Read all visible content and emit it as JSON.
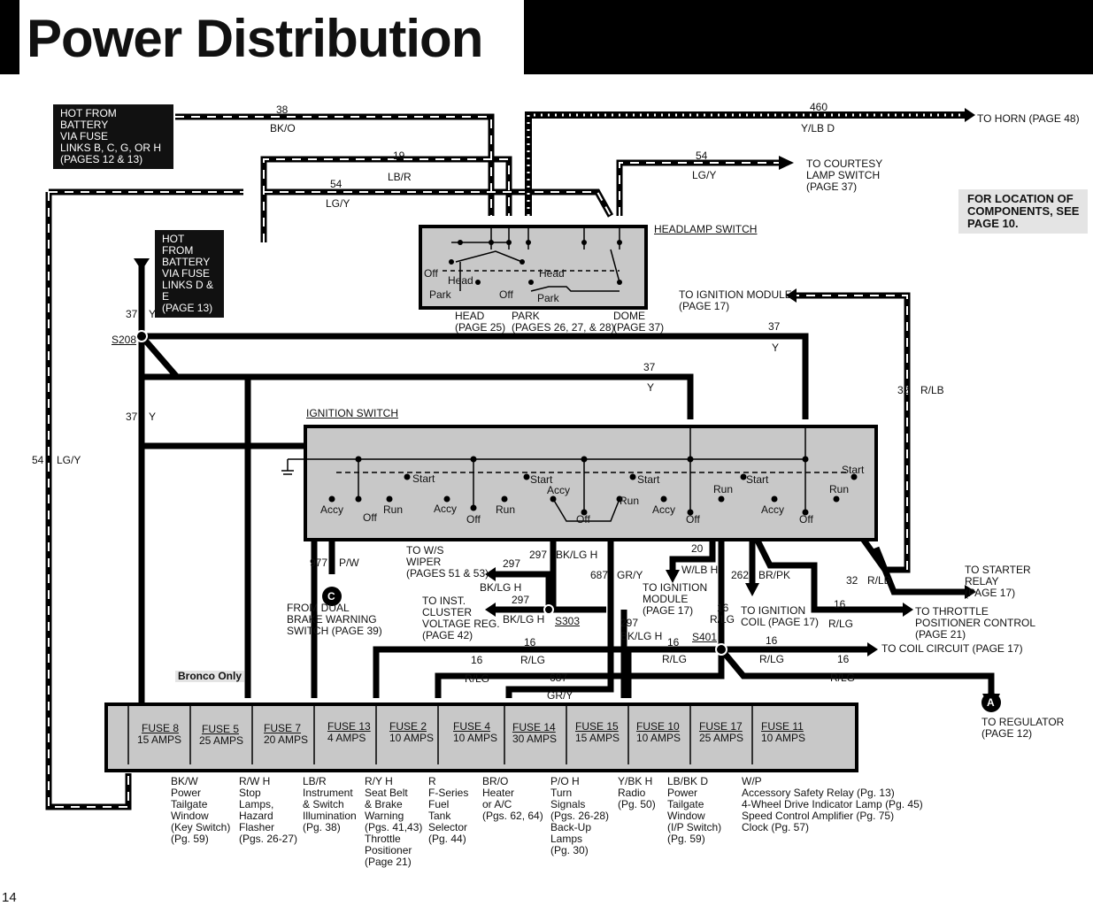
{
  "title": "Power Distribution",
  "page_number": "14",
  "location_note": [
    "FOR LOCATION OF",
    "COMPONENTS, SEE",
    "PAGE 10."
  ],
  "sources": {
    "battery_fuse": [
      "HOT FROM BATTERY",
      "VIA FUSE",
      "LINKS B, C, G, OR H",
      "(PAGES 12 & 13)"
    ],
    "battery_de": [
      "HOT FROM",
      "BATTERY",
      "VIA FUSE",
      "LINKS D & E",
      "(PAGE 13)"
    ]
  },
  "wires": {
    "w38": "38",
    "bko": "BK/O",
    "w460": "460",
    "ylbd": "Y/LB D",
    "w19": "19",
    "lbr": "LB/R",
    "w54a": "54",
    "lgy_a": "LG/Y",
    "w54b": "54",
    "lgy_b": "LG/Y",
    "w54c": "54",
    "lgy_c": "LG/Y",
    "w37a": "37",
    "y_a": "Y",
    "w37b": "37",
    "y_b": "Y",
    "w37c": "37",
    "y_c": "Y",
    "w37d": "37",
    "y_d": "Y",
    "w32a": "32",
    "rlb_a": "R/LB",
    "w32b": "32",
    "rlb_b": "R/LB",
    "w977": "977",
    "pw": "P/W",
    "w297a": "297",
    "bklgh_a": "BK/LG H",
    "w297b": "297",
    "bklgh_b": "BK/LG H",
    "w297c": "297",
    "bklgh_c": "BK/LG H",
    "w297d": "297",
    "bklgh_d": "BK/LG H",
    "w687a": "687",
    "gry_a": "GR/Y",
    "w687b": "687",
    "gry_b": "GR/Y",
    "w20": "20",
    "wlbh": "W/LB H",
    "w262": "262",
    "brpk": "BR/PK",
    "w16a": "16",
    "rlg_a": "R/LG",
    "w16b": "16",
    "rlg_b": "R/LG",
    "w16c": "16",
    "rlg_c": "R/LG",
    "w16d": "16",
    "rlg_d": "R/LG",
    "w16e": "16",
    "rlg_e": "R/LG",
    "w16f": "16",
    "rlg_f": "R/LG",
    "w16g": "16",
    "rlg_g": "R/LG"
  },
  "splices": {
    "s208": "S208",
    "s303": "S303",
    "s401": "S401"
  },
  "connectors": {
    "c": "C",
    "a": "A"
  },
  "destinations": {
    "horn": "TO HORN (PAGE 48)",
    "courtesy": [
      "TO COURTESY",
      "LAMP SWITCH",
      "(PAGE 37)"
    ],
    "ign_module_top": [
      "TO IGNITION MODULE",
      "(PAGE 17)"
    ],
    "ws_wiper": [
      "TO W/S",
      "WIPER",
      "(PAGES 51 & 53)"
    ],
    "inst_cluster": [
      "TO INST.",
      "CLUSTER",
      "VOLTAGE REG.",
      "(PAGE 42)"
    ],
    "ign_module_bottom": [
      "TO IGNITION",
      "MODULE",
      "(PAGE 17)"
    ],
    "ign_coil": [
      "TO IGNITION",
      "COIL (PAGE 17)"
    ],
    "starter": [
      "TO STARTER",
      "RELAY",
      "(PAGE 17)"
    ],
    "throttle": [
      "TO THROTTLE",
      "POSITIONER CONTROL",
      "(PAGE 21)"
    ],
    "coil_circuit": "TO COIL CIRCUIT (PAGE 17)",
    "regulator": [
      "TO REGULATOR",
      "(PAGE 12)"
    ],
    "brake_warning": [
      "FROM DUAL",
      "BRAKE WARNING",
      "SWITCH (PAGE 39)"
    ]
  },
  "headlamp_switch": {
    "title": "HEADLAMP SWITCH",
    "off1": "Off",
    "head1": "Head",
    "park1": "Park",
    "off2": "Off",
    "head2": "Head",
    "park2": "Park",
    "out_head": [
      "HEAD",
      "(PAGE 25)"
    ],
    "out_park": [
      "PARK",
      "(PAGES 26, 27, & 28)"
    ],
    "out_dome": [
      "DOME",
      "(PAGE 37)"
    ]
  },
  "ignition_switch": {
    "title": "IGNITION SWITCH",
    "labels": [
      {
        "t": "Start"
      },
      {
        "t": "Accy"
      },
      {
        "t": "Off"
      },
      {
        "t": "Run"
      },
      {
        "t": "Accy"
      },
      {
        "t": "Off"
      },
      {
        "t": "Run"
      },
      {
        "t": "Start"
      },
      {
        "t": "Accy"
      },
      {
        "t": "Off"
      },
      {
        "t": "Run"
      },
      {
        "t": "Start"
      },
      {
        "t": "Accy"
      },
      {
        "t": "Off"
      },
      {
        "t": "Run"
      },
      {
        "t": "Start"
      },
      {
        "t": "Accy"
      },
      {
        "t": "Off"
      },
      {
        "t": "Start"
      },
      {
        "t": "Run"
      }
    ]
  },
  "bronco_note": "Bronco Only",
  "fuses": [
    {
      "name": "FUSE 8",
      "amps": "15 AMPS"
    },
    {
      "name": "FUSE 5",
      "amps": "25 AMPS"
    },
    {
      "name": "FUSE 7",
      "amps": "20 AMPS"
    },
    {
      "name": "FUSE 13",
      "amps": "4 AMPS"
    },
    {
      "name": "FUSE 2",
      "amps": "10 AMPS"
    },
    {
      "name": "FUSE 4",
      "amps": "10 AMPS"
    },
    {
      "name": "FUSE 14",
      "amps": "30 AMPS"
    },
    {
      "name": "FUSE 15",
      "amps": "15 AMPS"
    },
    {
      "name": "FUSE 10",
      "amps": "10 AMPS"
    },
    {
      "name": "FUSE 17",
      "amps": "25 AMPS"
    },
    {
      "name": "FUSE 11",
      "amps": "10 AMPS"
    }
  ],
  "fuse_outputs": [
    "BK/W\nPower\nTailgate\nWindow\n(Key Switch)\n(Pg. 59)",
    "R/W H\nStop\nLamps,\nHazard\nFlasher\n(Pgs. 26-27)",
    "LB/R\nInstrument\n& Switch\nIllumination\n(Pg. 38)",
    "R/Y H\nSeat Belt\n& Brake\nWarning\n(Pgs. 41,43)\nThrottle\nPositioner\n(Page 21)",
    "R\nF-Series\nFuel\nTank\nSelector\n(Pg. 44)",
    "BR/O\nHeater\nor A/C\n(Pgs. 62, 64)",
    "P/O H\nTurn\nSignals\n(Pgs. 26-28)\nBack-Up\nLamps\n(Pg. 30)",
    "Y/BK H\nRadio\n(Pg. 50)",
    "LB/BK D\nPower\nTailgate\nWindow\n(I/P Switch)\n(Pg. 59)",
    "W/P\nAccessory Safety Relay (Pg. 13)\n4-Wheel Drive Indicator Lamp (Pg. 45)\nSpeed Control Amplifier (Pg. 75)\nClock (Pg. 57)"
  ]
}
